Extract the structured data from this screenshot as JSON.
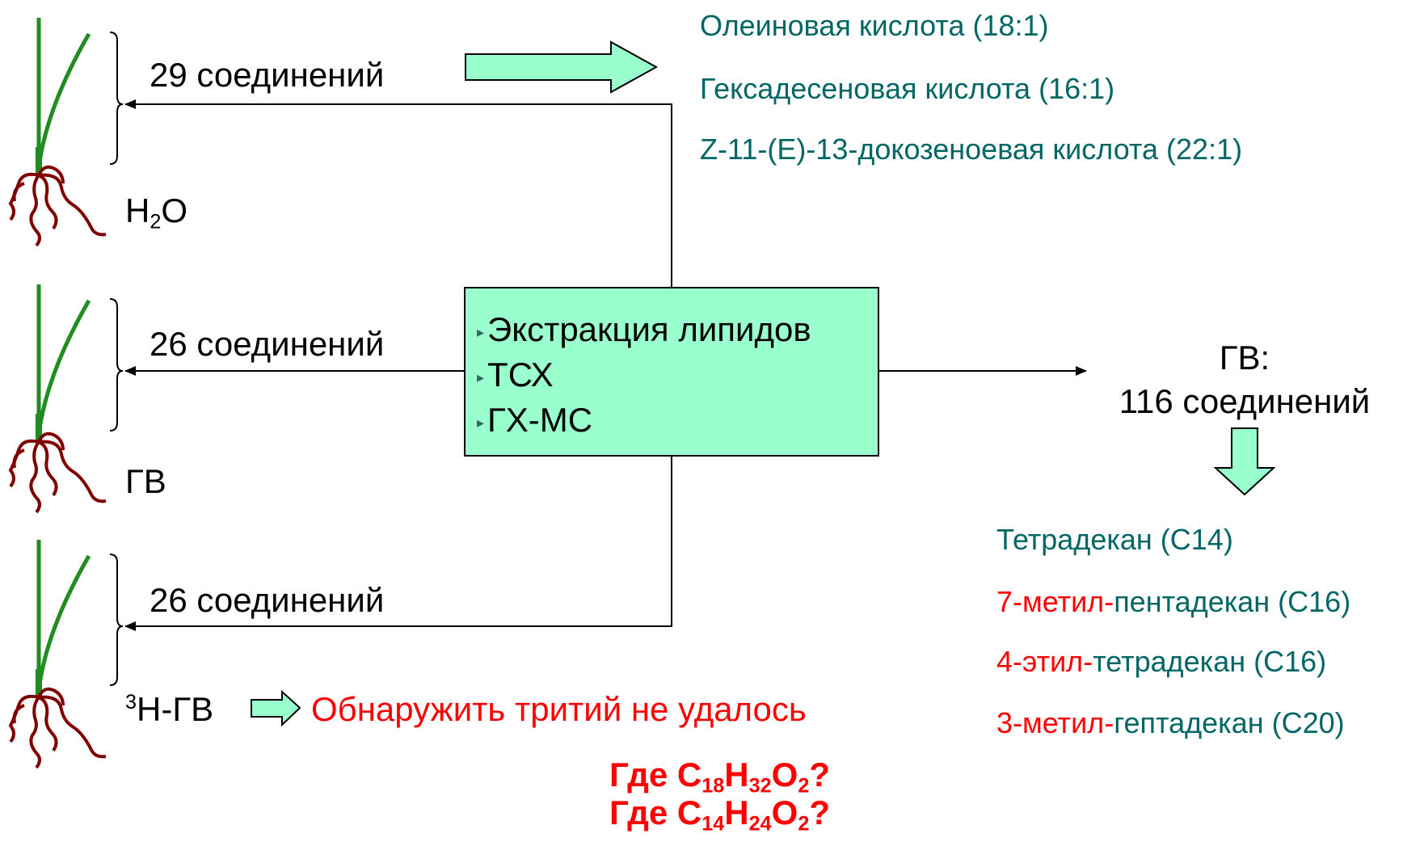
{
  "left": {
    "count1": "29 соединений",
    "count2": "26 соединений",
    "count3": "26 соединений",
    "water_h": "H",
    "water_sub": "2",
    "water_o": "O",
    "gv": "ГВ",
    "tritium_sup": "3",
    "tritium_rest": "Н-ГВ"
  },
  "process": {
    "steps": [
      "Экстракция липидов",
      "ТСХ",
      "ГХ-МС"
    ]
  },
  "acids": [
    "Олеиновая кислота (18:1)",
    "Гексадесеновая кислота (16:1)",
    "Z-11-(E)-13-докозеноевая кислота (22:1)"
  ],
  "gv_result": {
    "line1": "ГВ:",
    "line2": "116 соединений"
  },
  "hydrocarbons": [
    {
      "red": "",
      "rest": "Тетрадекан (С14)"
    },
    {
      "red": "7-метил-",
      "rest": "пентадекан (С16)"
    },
    {
      "red": "4-этил-",
      "rest": "тетрадекан (С16)"
    },
    {
      "red": "3-метил-",
      "rest": "гептадекан (С20)"
    }
  ],
  "tritium_result": "Обнаружить тритий не удалось",
  "questions": {
    "q1": {
      "a": "Где С",
      "s1": "18",
      "b": "Н",
      "s2": "32",
      "c": "О",
      "s3": "2",
      "d": "?"
    },
    "q2": {
      "a": "Где С",
      "s1": "14",
      "b": "Н",
      "s2": "24",
      "c": "О",
      "s3": "2",
      "d": "?"
    }
  },
  "colors": {
    "box_fill": "#99ffcc",
    "arrow_fill": "#99ffcc",
    "teal_text": "#006666",
    "red_text": "#ff0000",
    "stem": "#228b22",
    "roots": "#800000"
  }
}
